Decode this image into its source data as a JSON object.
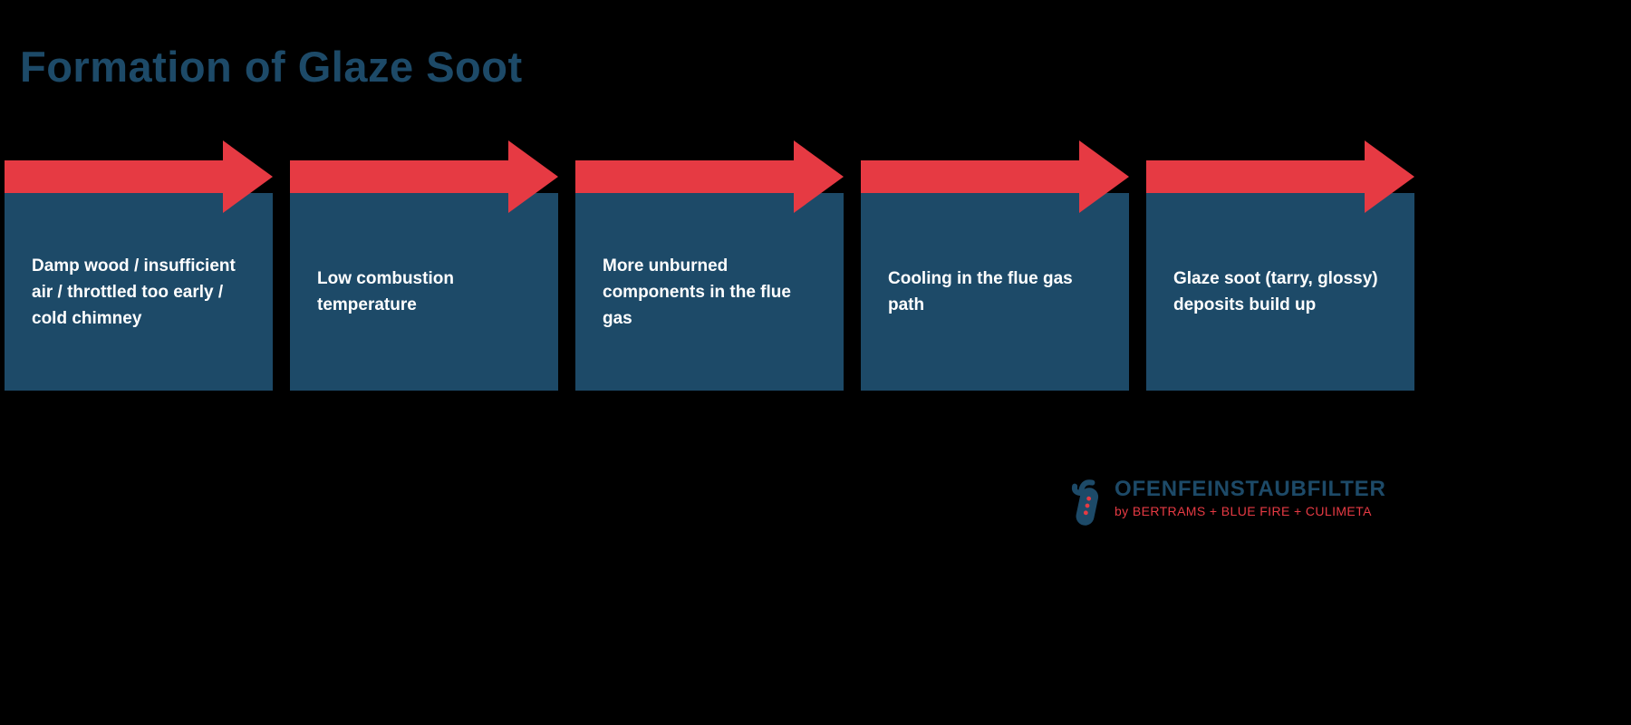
{
  "title": "Formation of Glaze Soot",
  "steps": [
    {
      "text": "Damp wood / insufficient air / throttled too early / cold chimney"
    },
    {
      "text": "Low combustion temperature"
    },
    {
      "text": "More unburned components in the flue gas"
    },
    {
      "text": "Cooling in the flue gas path"
    },
    {
      "text": "Glaze soot (tarry, glossy) deposits build up"
    }
  ],
  "logo": {
    "name": "OFENFEINSTAUBFILTER",
    "tagline": "by BERTRAMS + BLUE FIRE + CULIMETA",
    "icon_name": "filter-cartridge-icon"
  },
  "colors": {
    "box_blue": "#1d4a68",
    "arrow_red": "#e63a43",
    "background": "#000000"
  }
}
